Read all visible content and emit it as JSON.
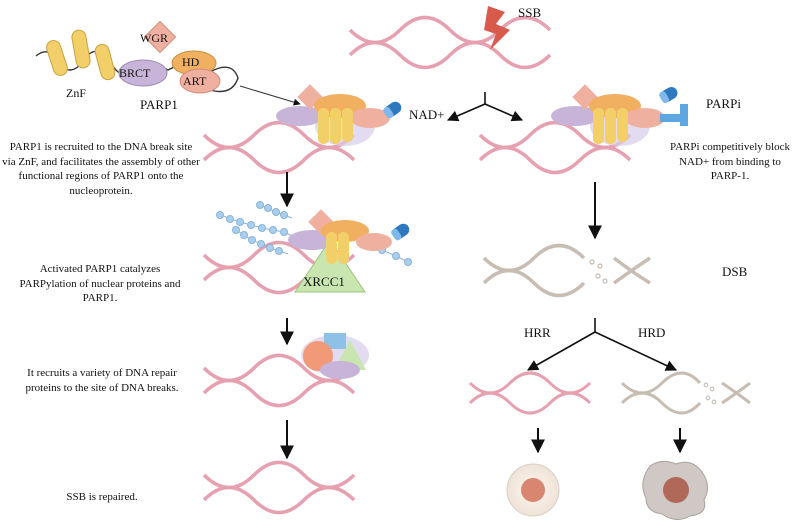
{
  "protein": {
    "name": "PARP1",
    "domains": {
      "znf": "ZnF",
      "brct": "BRCT",
      "wgr": "WGR",
      "hd": "HD",
      "art": "ART"
    }
  },
  "labels": {
    "ssb": "SSB",
    "nad": "NAD+",
    "parpi": "PARPi",
    "xrcc1": "XRCC1",
    "dsb": "DSB",
    "hrr": "HRR",
    "hrd": "HRD"
  },
  "steps": [
    "PARP1 is recruited to the DNA break site via  ZnF, and facilitates the assembly of other functional regions of PARP1 onto the nucleoprotein.",
    "Activated PARP1 catalyzes PARPylation of nuclear proteins and PARP1.",
    "It recruits a variety of DNA repair proteins to the site of DNA breaks.",
    "SSB is repaired."
  ],
  "parpi_note": "PARPi competitively block NAD+ from binding to PARP-1.",
  "colors": {
    "dna_normal": "#e6a0b0",
    "dna_broken": "#c7bdb2",
    "yellow": "#f3cf6a",
    "orange": "#f0b060",
    "pink": "#f0b0a0",
    "purple": "#c8b4d8",
    "blue": "#2f78c0",
    "red": "#d85a4c"
  }
}
